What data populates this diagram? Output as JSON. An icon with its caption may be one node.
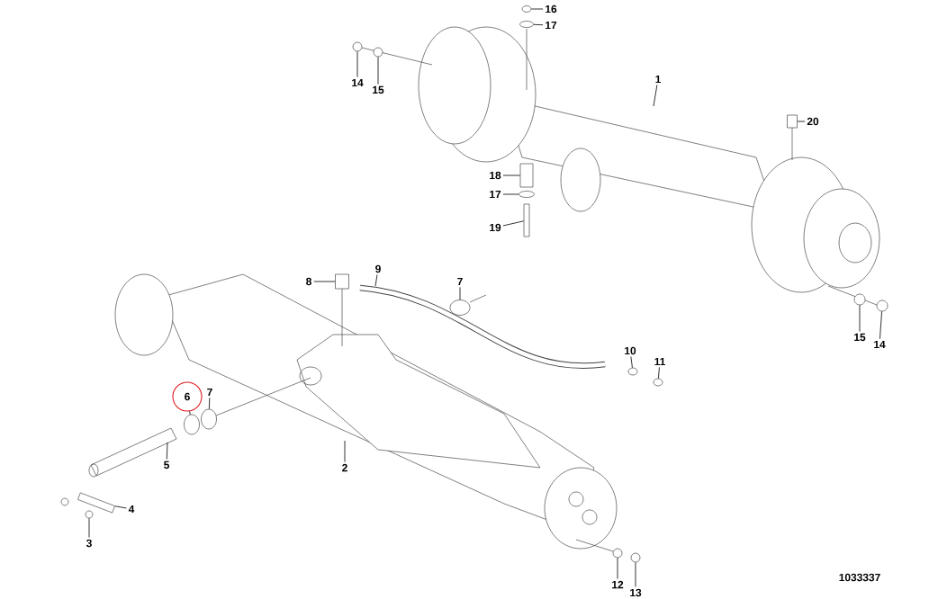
{
  "diagram": {
    "nodes": [
      {
        "text": [
          "16"
        ]
      },
      {
        "text": [
          "17"
        ]
      },
      {
        "text": [
          "14"
        ]
      },
      {
        "text": [
          "15"
        ]
      },
      {
        "text": [
          "1"
        ]
      },
      {
        "text": [
          "20"
        ]
      },
      {
        "text": [
          "18"
        ]
      },
      {
        "text": [
          "17"
        ]
      },
      {
        "text": [
          "19"
        ]
      },
      {
        "text": [
          "8"
        ]
      },
      {
        "text": [
          "9"
        ]
      },
      {
        "text": [
          "7"
        ]
      },
      {
        "text": [
          "15"
        ]
      },
      {
        "text": [
          "14"
        ]
      },
      {
        "text": [
          "10"
        ]
      },
      {
        "text": [
          "11"
        ]
      },
      {
        "text": [
          "6"
        ]
      },
      {
        "text": [
          "7"
        ]
      },
      {
        "text": [
          "5"
        ]
      },
      {
        "text": [
          "2"
        ]
      },
      {
        "text": [
          "4"
        ]
      },
      {
        "text": [
          "3"
        ]
      },
      {
        "text": [
          "12"
        ]
      },
      {
        "text": [
          "13"
        ]
      },
      {
        "text": [],
        "shape": "circle"
      },
      {
        "text": [],
        "shape": "circle"
      },
      {
        "text": [],
        "shape": "circle"
      },
      {
        "text": [],
        "shape": "circle"
      },
      {
        "text": [],
        "shape": "box"
      },
      {
        "text": [],
        "shape": "box"
      },
      {
        "text": [],
        "shape": "circle"
      },
      {
        "text": [],
        "shape": "bar"
      },
      {
        "text": [],
        "shape": "box"
      },
      {
        "text": [],
        "shape": "circle"
      },
      {
        "text": [],
        "shape": "circle"
      },
      {
        "text": [],
        "shape": "circle"
      },
      {
        "text": [],
        "shape": "circle"
      },
      {
        "text": [],
        "shape": "circle"
      },
      {
        "text": [],
        "shape": "circle"
      },
      {
        "text": [],
        "shape": "circle"
      },
      {
        "text": [],
        "shape": "circle"
      },
      {
        "text": [],
        "shape": "circle"
      },
      {
        "text": [],
        "shape": "circle"
      },
      {
        "text": [],
        "shape": "bar"
      }
    ],
    "edges": [
      {
        "from": 0,
        "to": 24,
        "arrow": "none"
      },
      {
        "from": 1,
        "to": 25,
        "arrow": "none"
      },
      {
        "from": 2,
        "to": 26,
        "arrow": "none"
      },
      {
        "from": 3,
        "to": 27,
        "arrow": "none"
      },
      {
        "from": 4,
        "to": null,
        "arrow": "none"
      },
      {
        "from": 5,
        "to": 28,
        "arrow": "none"
      },
      {
        "from": 6,
        "to": 29,
        "arrow": "none"
      },
      {
        "from": 7,
        "to": 30,
        "arrow": "none"
      },
      {
        "from": 8,
        "to": 31,
        "arrow": "none"
      },
      {
        "from": 9,
        "to": 32,
        "arrow": "none"
      },
      {
        "from": 10,
        "to": null,
        "arrow": "none"
      },
      {
        "from": 11,
        "to": 33,
        "arrow": "none"
      },
      {
        "from": 12,
        "to": 34,
        "arrow": "none"
      },
      {
        "from": 13,
        "to": 35,
        "arrow": "none"
      },
      {
        "from": 14,
        "to": 36,
        "arrow": "none"
      },
      {
        "from": 15,
        "to": 37,
        "arrow": "none"
      },
      {
        "from": 16,
        "to": 38,
        "arrow": "none"
      },
      {
        "from": 17,
        "to": 39,
        "arrow": "none"
      },
      {
        "from": 18,
        "to": null,
        "arrow": "none"
      },
      {
        "from": 19,
        "to": null,
        "arrow": "none"
      },
      {
        "from": 20,
        "to": 43,
        "arrow": "none"
      },
      {
        "from": 21,
        "to": 40,
        "arrow": "none"
      },
      {
        "from": 22,
        "to": 41,
        "arrow": "none"
      },
      {
        "from": 23,
        "to": 42,
        "arrow": "none"
      }
    ],
    "labels": [
      "1033337"
    ]
  }
}
